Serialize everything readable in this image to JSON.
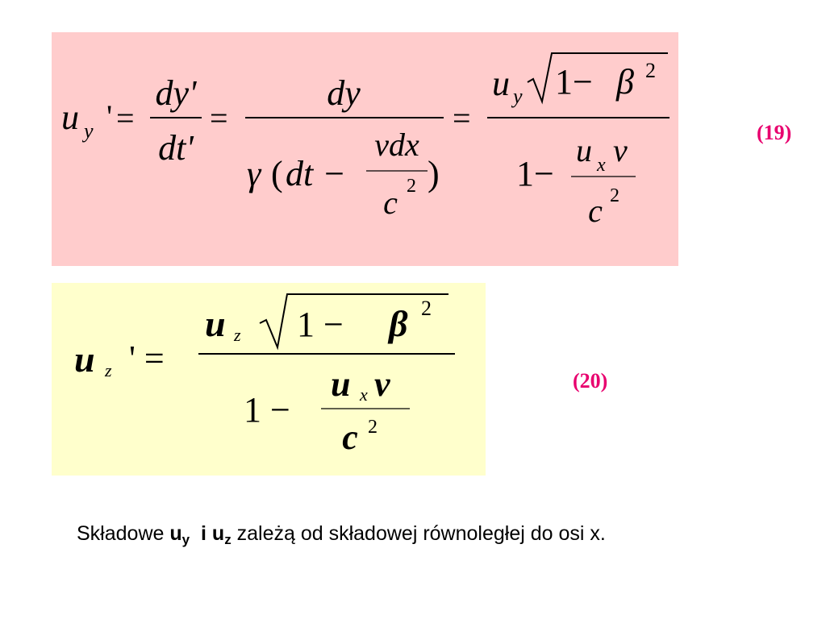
{
  "colors": {
    "eq19_bg": "#ffcccc",
    "eq20_bg": "#ffffcc",
    "eq_number": "#e8006e",
    "text": "#000000"
  },
  "eq19": {
    "number": "(19)",
    "lhs_var": "u",
    "lhs_sub": "y",
    "prime": "'",
    "eq": "=",
    "f1_num": "dy'",
    "f1_den": "dt'",
    "f2_num": "dy",
    "gamma": "γ",
    "open_paren": "(",
    "dt_minus": "dt −",
    "vdx": "vdx",
    "c": "c",
    "two": "2",
    "close_paren": ")",
    "f3_u": "u",
    "f3_sub_y": "y",
    "one_minus": "1−",
    "beta": "β",
    "den_one_minus": "1−",
    "ux": "u",
    "sub_x": "x",
    "v": "v"
  },
  "eq20": {
    "number": "(20)",
    "lhs_var": "u",
    "lhs_sub": "z",
    "prime_eq": "' =",
    "num_u": "u",
    "num_sub": "z",
    "one_minus": "1 −",
    "beta": "β",
    "two": "2",
    "den_one_minus": "1 −",
    "ux": "u",
    "sub_x": "x",
    "v": "v",
    "c": "c"
  },
  "caption": {
    "part1": "Składowe ",
    "u1": "u",
    "sub1": "y",
    "mid": "  i ",
    "u2": "u",
    "sub2": "z",
    "part2": " zależą od składowej równoległej do osi x."
  }
}
